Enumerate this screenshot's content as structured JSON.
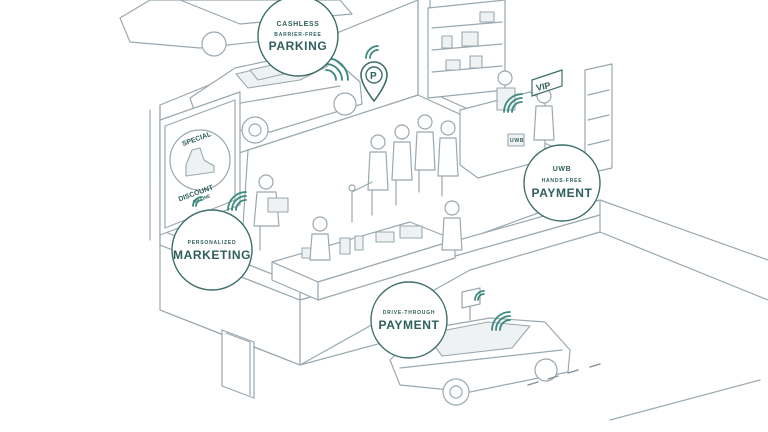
{
  "labels": {
    "parking": {
      "top": "CASHLESS",
      "mid": "BARRIER-FREE",
      "main": "PARKING"
    },
    "payment_uwb": {
      "top": "UWB",
      "mid": "HANDS-FREE",
      "main": "PAYMENT"
    },
    "marketing": {
      "mid": "PERSONALIZED",
      "main": "MARKETING"
    },
    "drive_through": {
      "mid": "DRIVE-THROUGH",
      "main": "PAYMENT"
    }
  },
  "signs": {
    "parking_pin": "P",
    "vip": "VIP",
    "discount_top": "SPECIAL",
    "discount_bottom": "DISCOUNT",
    "discount_small": "ON LINE",
    "token": "UWB"
  },
  "colors": {
    "accent": "#3a8a7f",
    "outline": "#9aa8b0",
    "badge_text": "#2f5f5c"
  },
  "icons": [
    "parking-pin-icon",
    "wireless-signal-icon",
    "vip-sign-icon",
    "shoe-icon"
  ]
}
